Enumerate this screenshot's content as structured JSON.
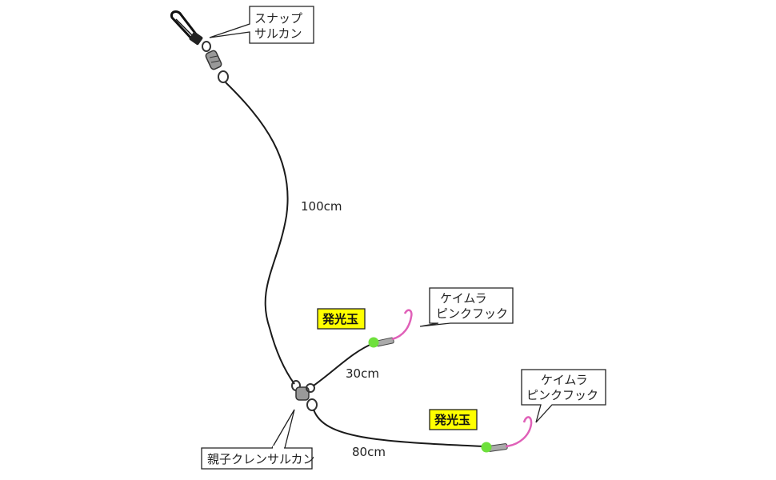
{
  "callouts": {
    "snap_swivel": [
      "スナップ",
      "サルカン"
    ],
    "hook_1": [
      "ケイムラ",
      "ピンクフック"
    ],
    "hook_2": [
      "ケイムラ",
      "ピンクフック"
    ],
    "triple_swivel": [
      "親子クレンサルカン"
    ]
  },
  "lengths": {
    "main": "100cm",
    "branch_short": "30cm",
    "branch_long": "80cm"
  },
  "beads": {
    "bead_1": "発光玉",
    "bead_2": "発光玉"
  },
  "colors": {
    "line": "#1a1a1a",
    "hook": "#e060b8",
    "bead": "#6ee03c",
    "label_highlight": "#ffff00",
    "swivel": "#888888"
  }
}
